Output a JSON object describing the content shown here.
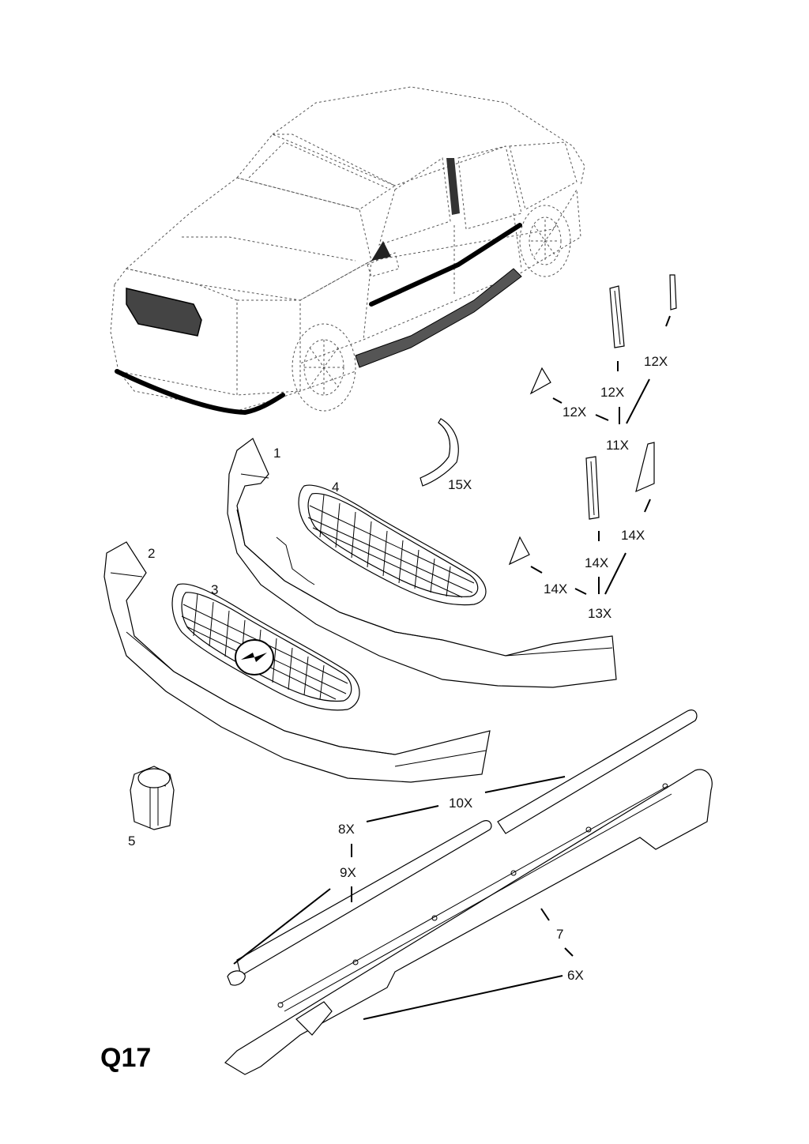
{
  "sheet_code": "Q17",
  "callouts": {
    "c1": "1",
    "c2": "2",
    "c3": "3",
    "c4": "4",
    "c5": "5",
    "c6": "6X",
    "c7": "7",
    "c8": "8X",
    "c9": "9X",
    "c10": "10X",
    "c11": "11X",
    "c12a": "12X",
    "c12b": "12X",
    "c12c": "12X",
    "c13": "13X",
    "c14a": "14X",
    "c14b": "14X",
    "c14c": "14X",
    "c15": "15X"
  }
}
